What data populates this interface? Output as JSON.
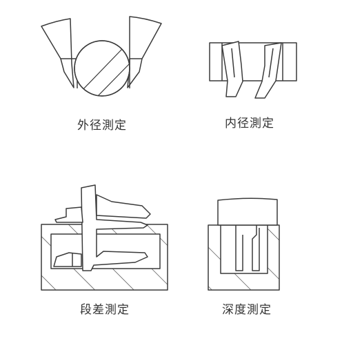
{
  "panels": [
    {
      "id": "outer-diameter",
      "caption": "外径測定"
    },
    {
      "id": "inner-diameter",
      "caption": "内径測定"
    },
    {
      "id": "step",
      "caption": "段差測定"
    },
    {
      "id": "depth",
      "caption": "深度測定"
    }
  ],
  "colors": {
    "line": "#3a3a3a",
    "text": "#333333",
    "background": "#ffffff"
  }
}
